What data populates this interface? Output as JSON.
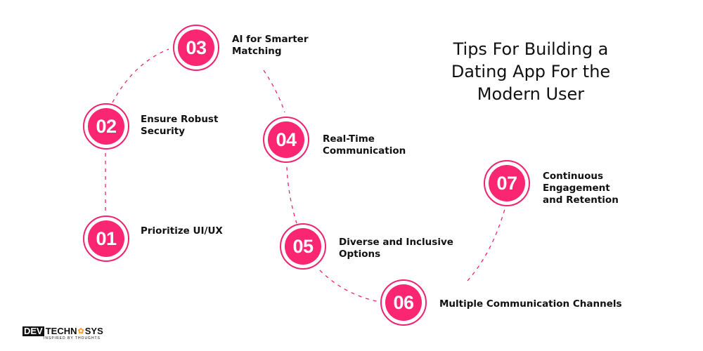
{
  "title": "Tips For Building a Dating App For the Modern User",
  "title_lines": [
    "Tips For Building a",
    "Dating App For the",
    "Modern User"
  ],
  "accent_color": "#fb2672",
  "steps": [
    {
      "number": "01",
      "label": "Prioritize UI/UX"
    },
    {
      "number": "02",
      "label_lines": [
        "Ensure Robust",
        "Security"
      ]
    },
    {
      "number": "03",
      "label_lines": [
        "AI for Smarter",
        "Matching"
      ]
    },
    {
      "number": "04",
      "label_lines": [
        "Real-Time",
        "Communication"
      ]
    },
    {
      "number": "05",
      "label_lines": [
        "Diverse and Inclusive",
        "Options"
      ]
    },
    {
      "number": "06",
      "label": "Multiple Communication Channels"
    },
    {
      "number": "07",
      "label_lines": [
        "Continuous",
        "Engagement",
        "and Retention"
      ]
    }
  ],
  "logo": {
    "part1": "DEV",
    "part2": "TECHN",
    "gear": "✿",
    "part3": "SYS",
    "tagline": "INSPIRED BY THOUGHTS"
  }
}
